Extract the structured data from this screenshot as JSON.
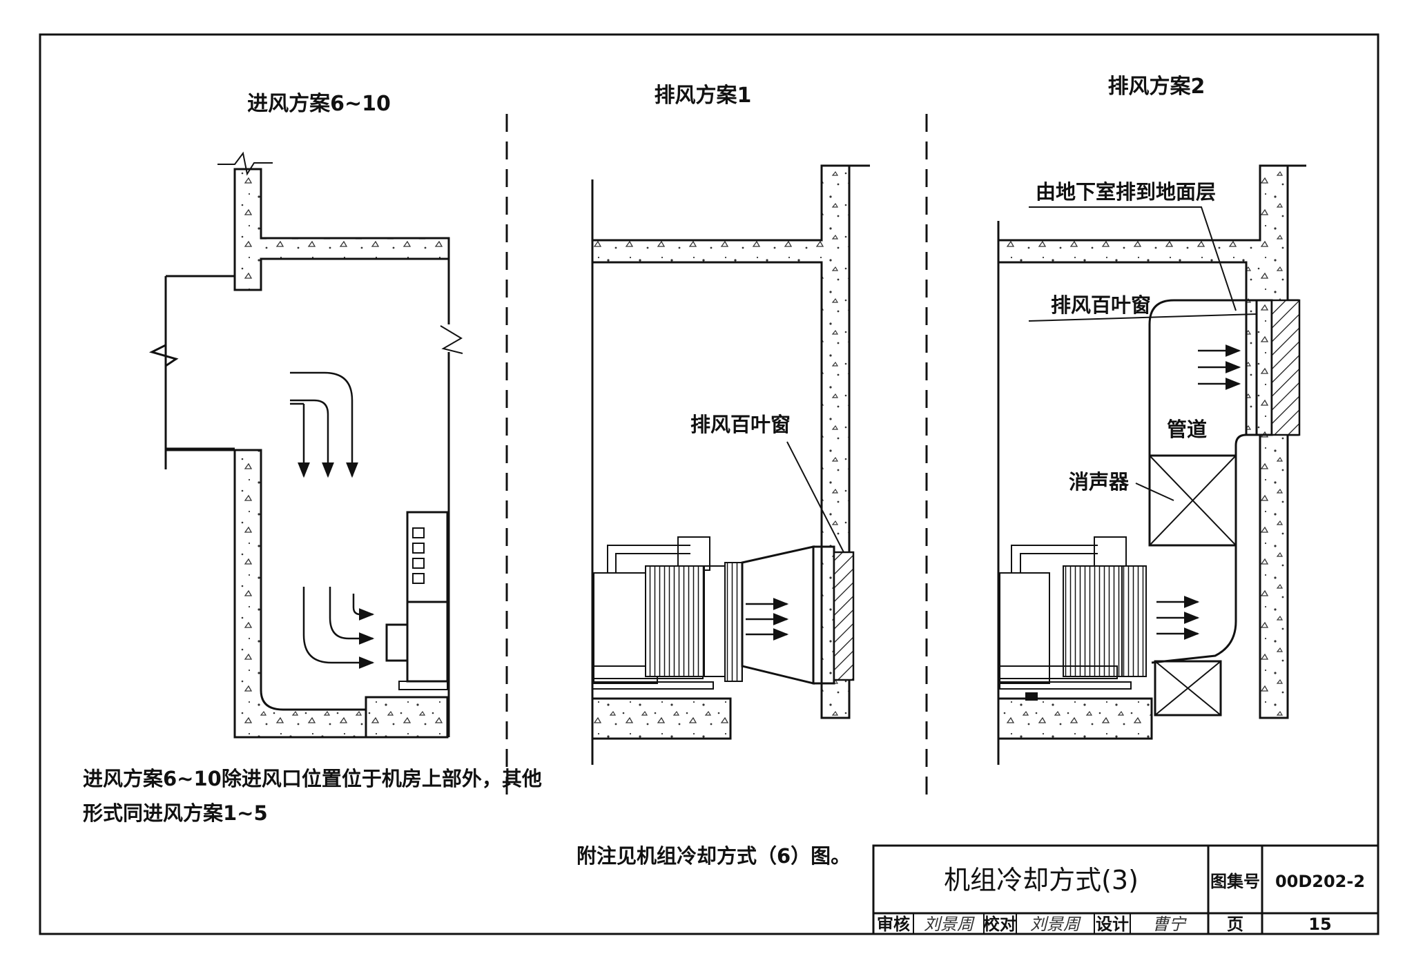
{
  "sections": {
    "intake": {
      "title": "进风方案6~10",
      "note_line1": "进风方案6~10除进风口位置位于机房上部外，其他",
      "note_line2": "形式同进风方案1~5"
    },
    "exhaust1": {
      "title": "排风方案1",
      "louver_label": "排风百叶窗"
    },
    "exhaust2": {
      "title": "排风方案2",
      "basement_label": "由地下室排到地面层",
      "louver_label": "排风百叶窗",
      "duct_label": "管道",
      "silencer_label": "消声器"
    }
  },
  "footnote": "附注见机组冷却方式（6）图。",
  "title_block": {
    "drawing_title": "机组冷却方式(3)",
    "atlas_label": "图集号",
    "atlas_no": "00D202-2",
    "review_label": "审核",
    "review_sig": "刘景周",
    "check_label": "校对",
    "check_sig": "刘景周",
    "design_label": "设计",
    "design_sig": "曹宁",
    "page_label": "页",
    "page_no": "15"
  }
}
